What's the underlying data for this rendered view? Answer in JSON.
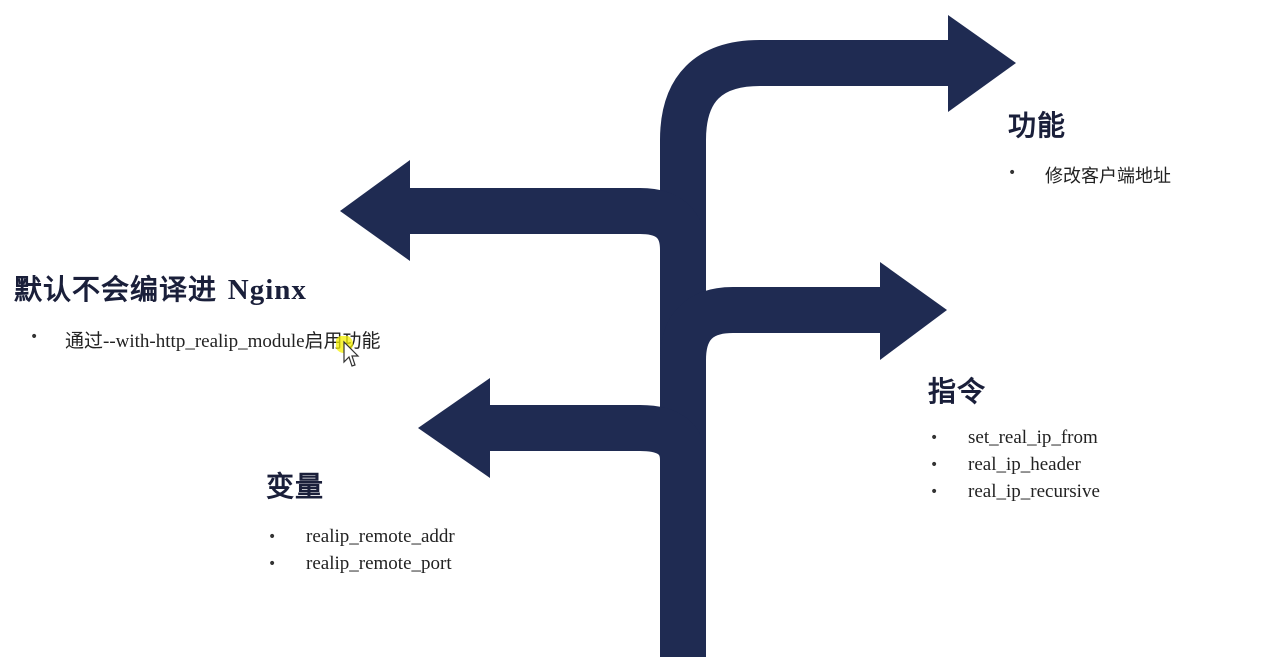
{
  "colors": {
    "arrow": "#1f2b52",
    "highlight": "#f4f000"
  },
  "features": {
    "heading": "功能",
    "items": [
      "修改客户端地址"
    ]
  },
  "compile": {
    "heading_cn": "默认不会编译进",
    "heading_en": "Nginx",
    "items": [
      "通过--with-http_realip_module启用功能"
    ]
  },
  "directives": {
    "heading": "指令",
    "items": [
      "set_real_ip_from",
      "real_ip_header",
      "real_ip_recursive"
    ]
  },
  "variables": {
    "heading": "变量",
    "items": [
      "realip_remote_addr",
      "realip_remote_port"
    ]
  },
  "cursor": {
    "icon": "mouse-pointer-icon"
  }
}
